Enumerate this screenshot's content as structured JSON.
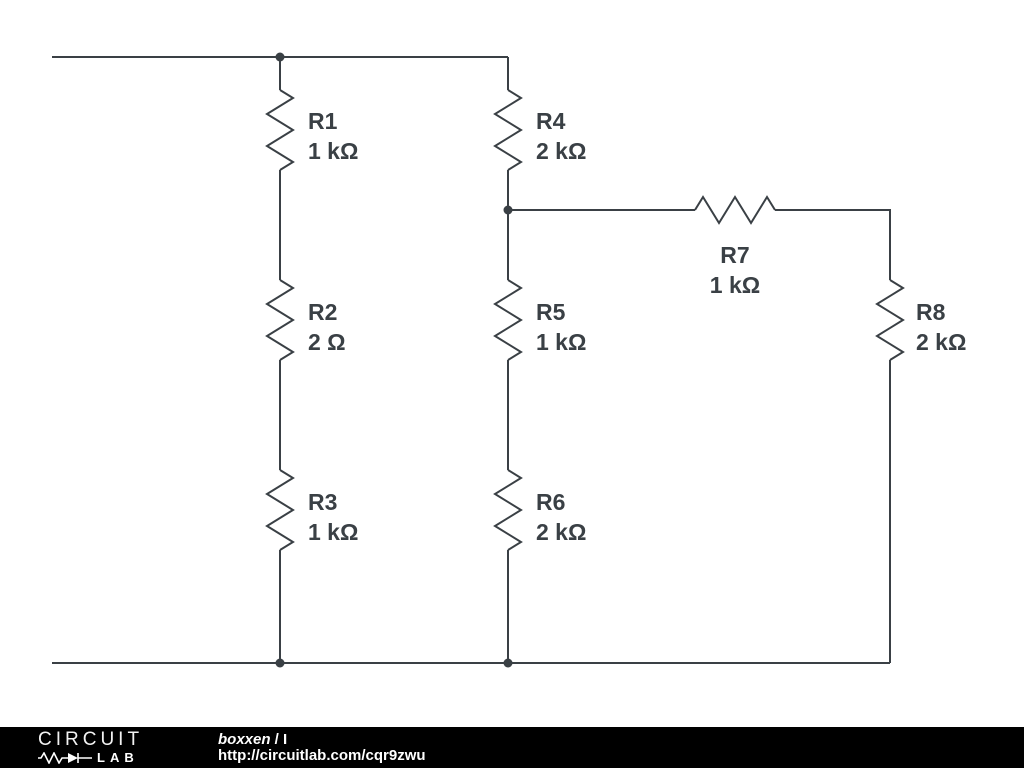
{
  "circuit": {
    "wire_color": "#3a4045",
    "components": [
      {
        "ref": "R1",
        "value": "1 kΩ"
      },
      {
        "ref": "R2",
        "value": "2 Ω"
      },
      {
        "ref": "R3",
        "value": "1 kΩ"
      },
      {
        "ref": "R4",
        "value": "2 kΩ"
      },
      {
        "ref": "R5",
        "value": "1 kΩ"
      },
      {
        "ref": "R6",
        "value": "2 kΩ"
      },
      {
        "ref": "R7",
        "value": "1 kΩ"
      },
      {
        "ref": "R8",
        "value": "2 kΩ"
      }
    ]
  },
  "footer": {
    "logo_top": "CIRCUIT",
    "logo_bottom": "LAB",
    "author": "boxxen",
    "title_rest": " / I",
    "url": "http://circuitlab.com/cqr9zwu",
    "background": "#000000"
  }
}
